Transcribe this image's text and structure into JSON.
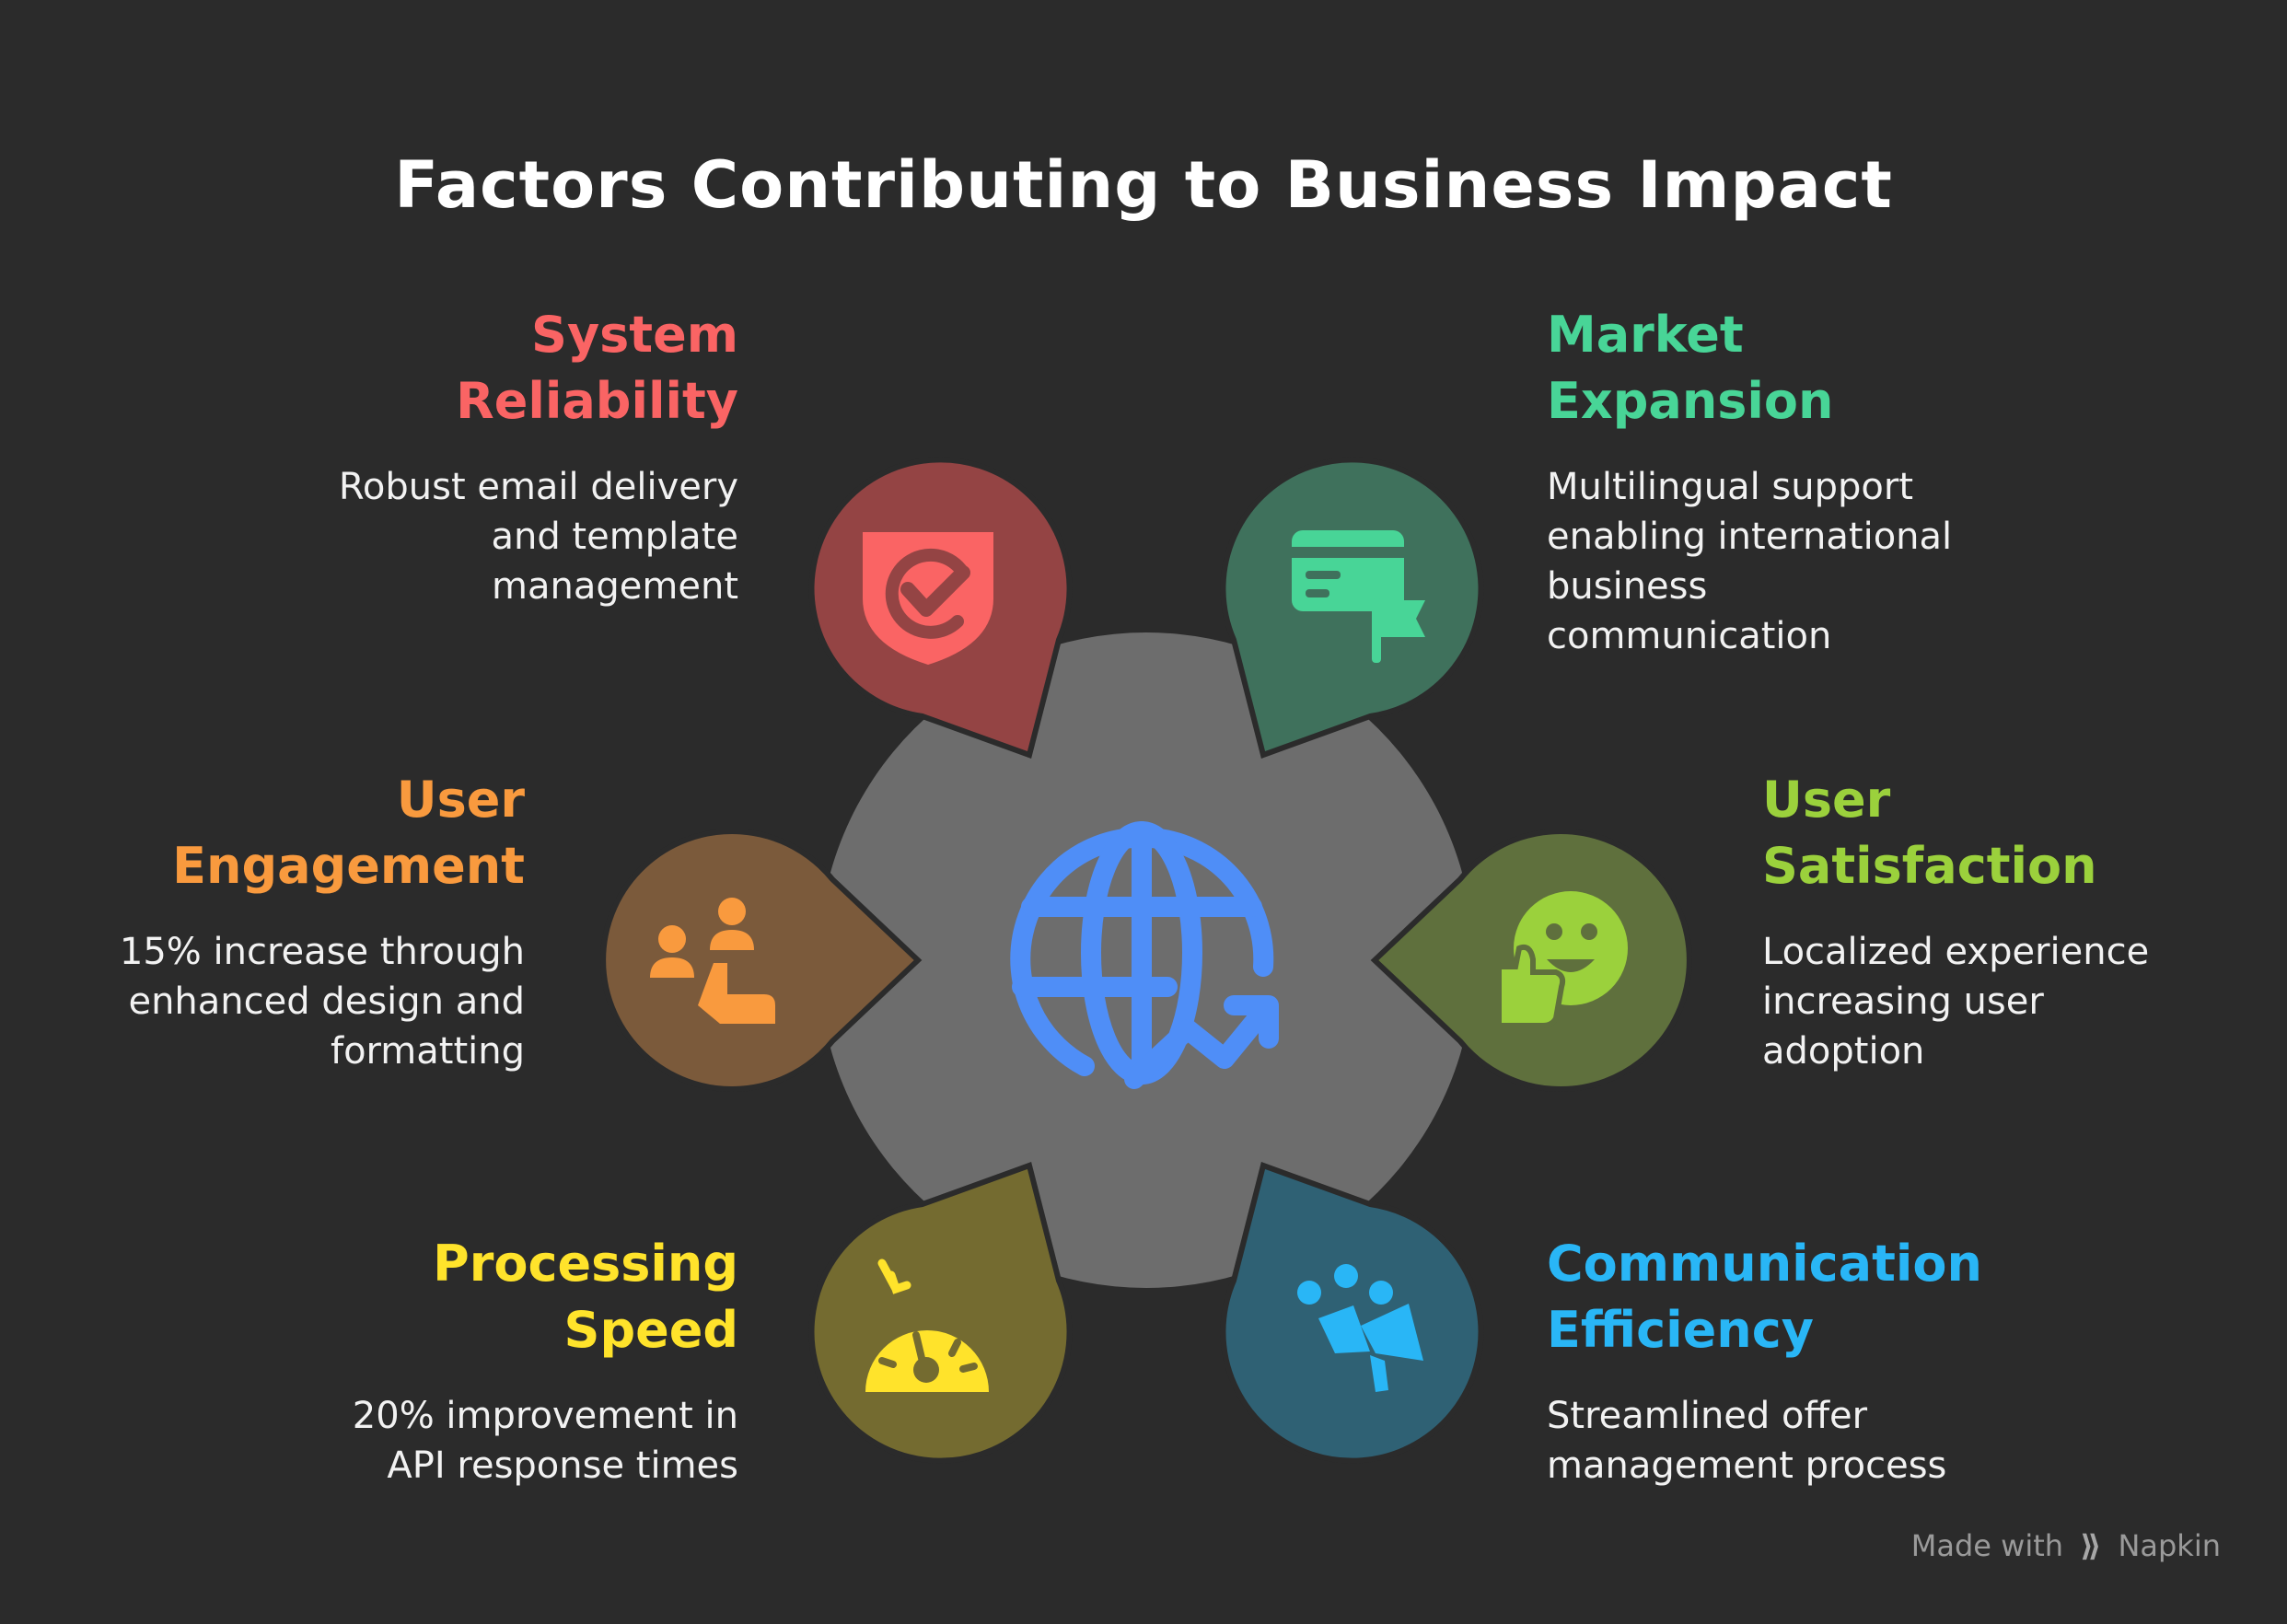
{
  "title": "Factors Contributing to Business Impact",
  "colors": {
    "background": "#2b2b2b",
    "hub": "#6d6d6d",
    "globe": "#4f8ef7"
  },
  "center": {
    "icon": "globe-growth-icon"
  },
  "factors": [
    {
      "title_line1": "System",
      "title_line2": "Reliability",
      "desc": [
        "Robust email delivery",
        "and template",
        "management"
      ],
      "color": "#fa6464",
      "bubble": "#944444",
      "icon": "shield-check-icon"
    },
    {
      "title_line1": "Market",
      "title_line2": "Expansion",
      "desc": [
        "Multilingual support",
        "enabling international",
        "business",
        "communication"
      ],
      "color": "#48d597",
      "bubble": "#3f715c",
      "icon": "card-flag-icon"
    },
    {
      "title_line1": "User",
      "title_line2": "Satisfaction",
      "desc": [
        "Localized experience",
        "increasing user",
        "adoption"
      ],
      "color": "#9bd13c",
      "bubble": "#5f703d",
      "icon": "smiley-thumbs-up-icon"
    },
    {
      "title_line1": "Communication",
      "title_line2": "Efficiency",
      "desc": [
        "Streamlined offer",
        "management process"
      ],
      "color": "#29b6f6",
      "bubble": "#2f6174",
      "icon": "megaphone-people-icon"
    },
    {
      "title_line1": "Processing",
      "title_line2": "Speed",
      "desc": [
        "20% improvement in",
        "API response times"
      ],
      "color": "#ffe32b",
      "bubble": "#746b30",
      "icon": "speedometer-icon"
    },
    {
      "title_line1": "User",
      "title_line2": "Engagement",
      "desc": [
        "15% increase through",
        "enhanced design and",
        "formatting"
      ],
      "color": "#f99a3e",
      "bubble": "#7b5a3b",
      "icon": "people-ladder-icon"
    }
  ],
  "footer": {
    "made_with": "Made with",
    "brand": "Napkin"
  }
}
